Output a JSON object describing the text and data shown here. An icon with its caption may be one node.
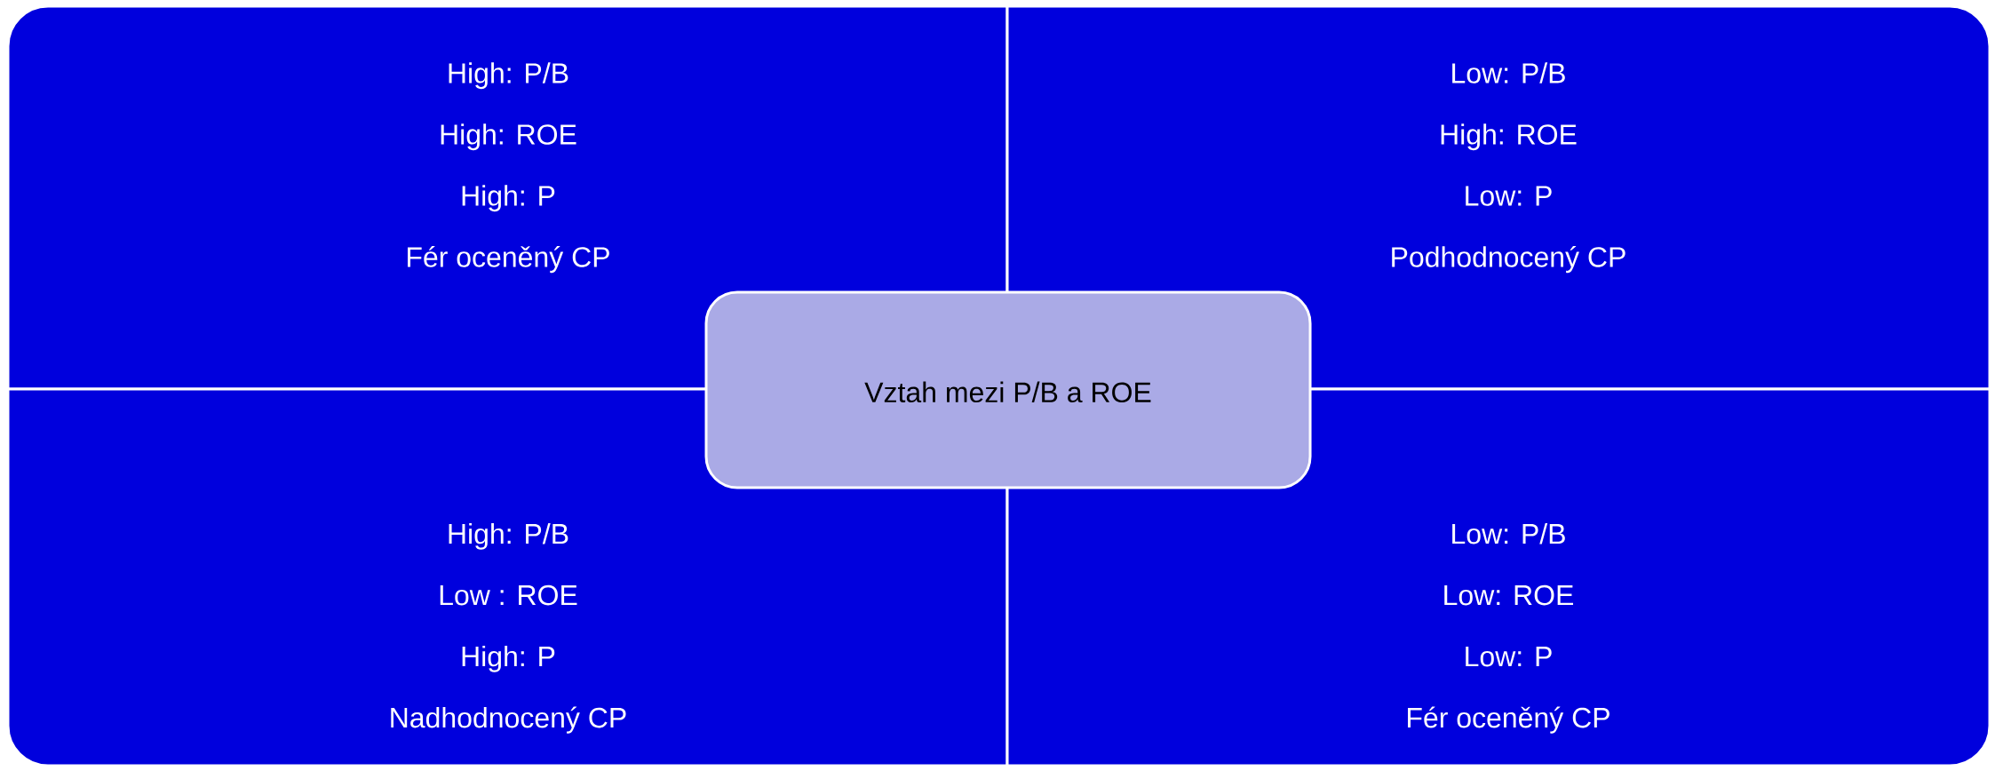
{
  "diagram": {
    "nodes": [
      {
        "text": [
          "High: P/B",
          "High: ROE",
          "High: P",
          "Fér oceněný CP"
        ]
      },
      {
        "text": [
          "Low: P/B",
          "High: ROE",
          "Low: P",
          "Podhodnocený CP"
        ]
      },
      {
        "text": [
          "Vztah mezi P/B a ROE"
        ]
      },
      {
        "text": [
          "High: P/B",
          "Low : ROE",
          "High: P",
          "Nadhodnocený CP"
        ]
      },
      {
        "text": [
          "Low: P/B",
          "Low: ROE",
          "Low: P",
          "Fér oceněný CP"
        ]
      }
    ]
  }
}
